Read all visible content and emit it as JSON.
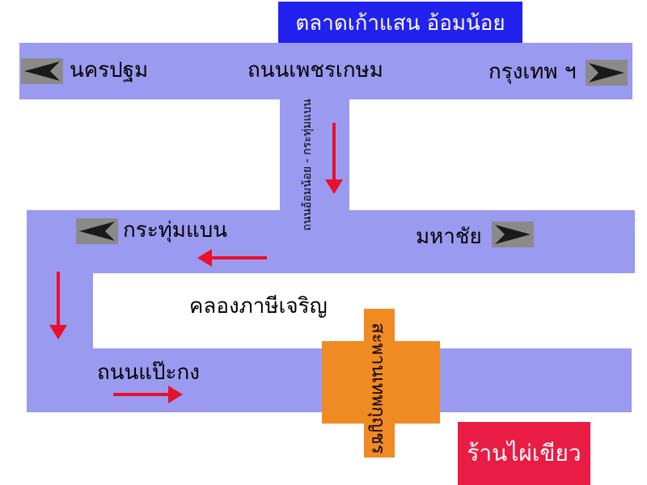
{
  "header": {
    "title": "ตลาดเก้าแสน อ้อมน้อย",
    "title_color": "#2222ee"
  },
  "roads": {
    "top_road_label": "ถนนเพชรเกษม",
    "left_top": "นครปฐม",
    "right_top": "กรุงเทพ ฯ",
    "side_road_label": "ถนนอ้อมน้อย - กระทุ่มแบน",
    "middle_left": "กระทุ่มแบน",
    "middle_right": "มหาชัย",
    "canal": "คลองภาษีเจริญ",
    "bottom_road": "ถนนแป๊ะกง",
    "bridge": "สะพานเทพกุญชร",
    "road_color": "#9a9af0"
  },
  "shop": {
    "label": "ร้านไผ่เขียว",
    "color": "#e81c44"
  },
  "colors": {
    "arrow": "#e8102a",
    "bridge": "#f08a22"
  }
}
